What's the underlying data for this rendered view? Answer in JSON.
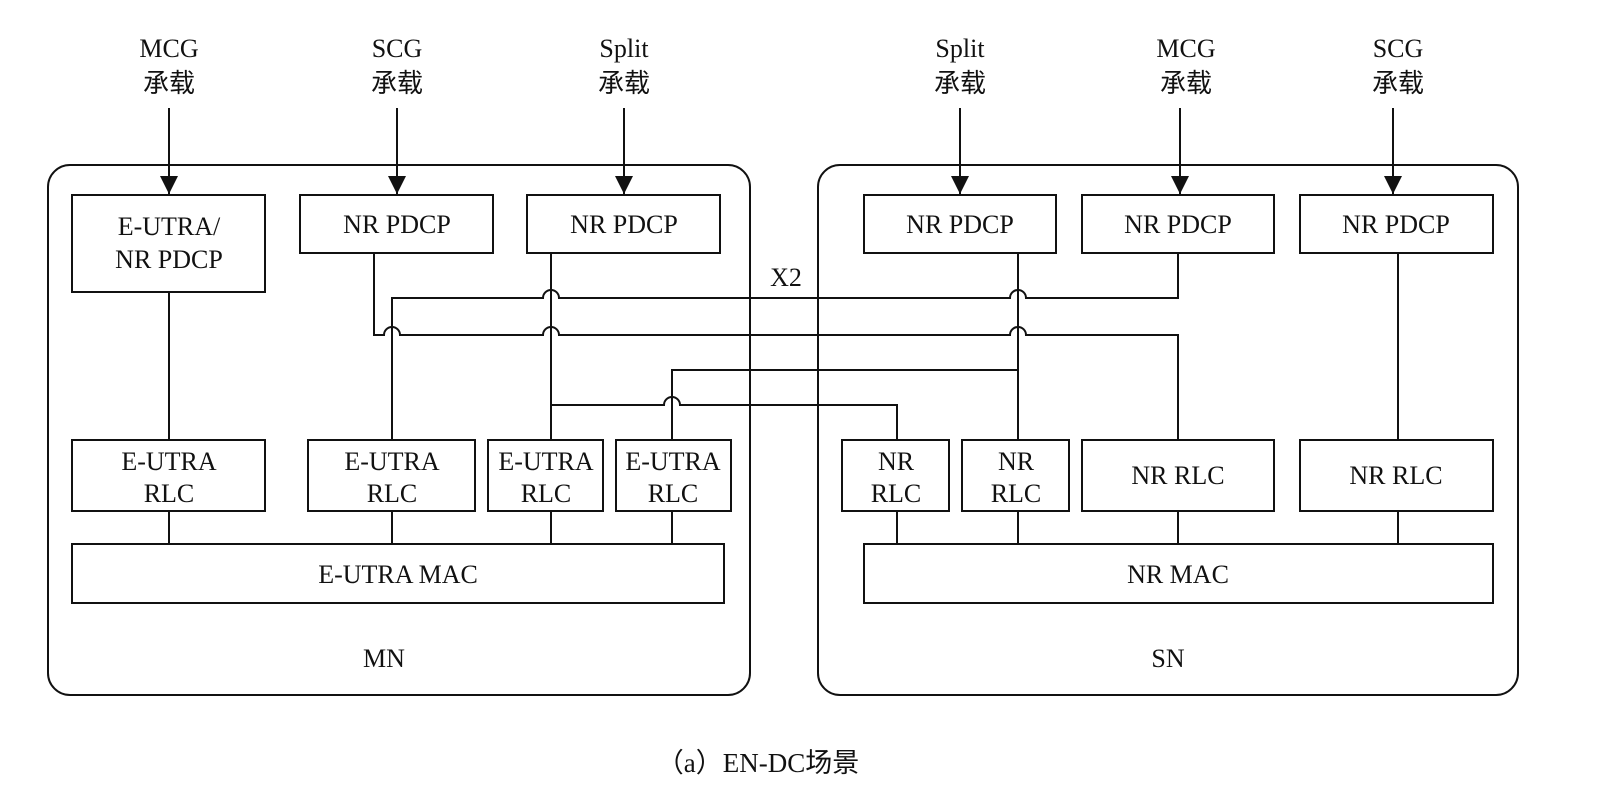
{
  "bearers_mn": [
    {
      "line1": "MCG",
      "line2": "承载"
    },
    {
      "line1": "SCG",
      "line2": "承载"
    },
    {
      "line1": "Split",
      "line2": "承载"
    }
  ],
  "bearers_sn": [
    {
      "line1": "Split",
      "line2": "承载"
    },
    {
      "line1": "MCG",
      "line2": "承载"
    },
    {
      "line1": "SCG",
      "line2": "承载"
    }
  ],
  "mn": {
    "label": "MN",
    "pdcp": [
      {
        "line1": "E-UTRA/",
        "line2": "NR PDCP"
      },
      {
        "line1": "NR PDCP"
      },
      {
        "line1": "NR PDCP"
      }
    ],
    "rlc": [
      {
        "line1": "E-UTRA",
        "line2": "RLC"
      },
      {
        "line1": "E-UTRA",
        "line2": "RLC"
      },
      {
        "line1": "E-UTRA",
        "line2": "RLC"
      },
      {
        "line1": "E-UTRA",
        "line2": "RLC"
      }
    ],
    "mac": "E-UTRA MAC"
  },
  "sn": {
    "label": "SN",
    "pdcp": [
      {
        "line1": "NR PDCP"
      },
      {
        "line1": "NR PDCP"
      },
      {
        "line1": "NR PDCP"
      }
    ],
    "rlc": [
      {
        "line1": "NR",
        "line2": "RLC"
      },
      {
        "line1": "NR",
        "line2": "RLC"
      },
      {
        "line1": "NR RLC"
      },
      {
        "line1": "NR RLC"
      }
    ],
    "mac": "NR MAC"
  },
  "interface_label": "X2",
  "caption": "（a）EN-DC场景"
}
